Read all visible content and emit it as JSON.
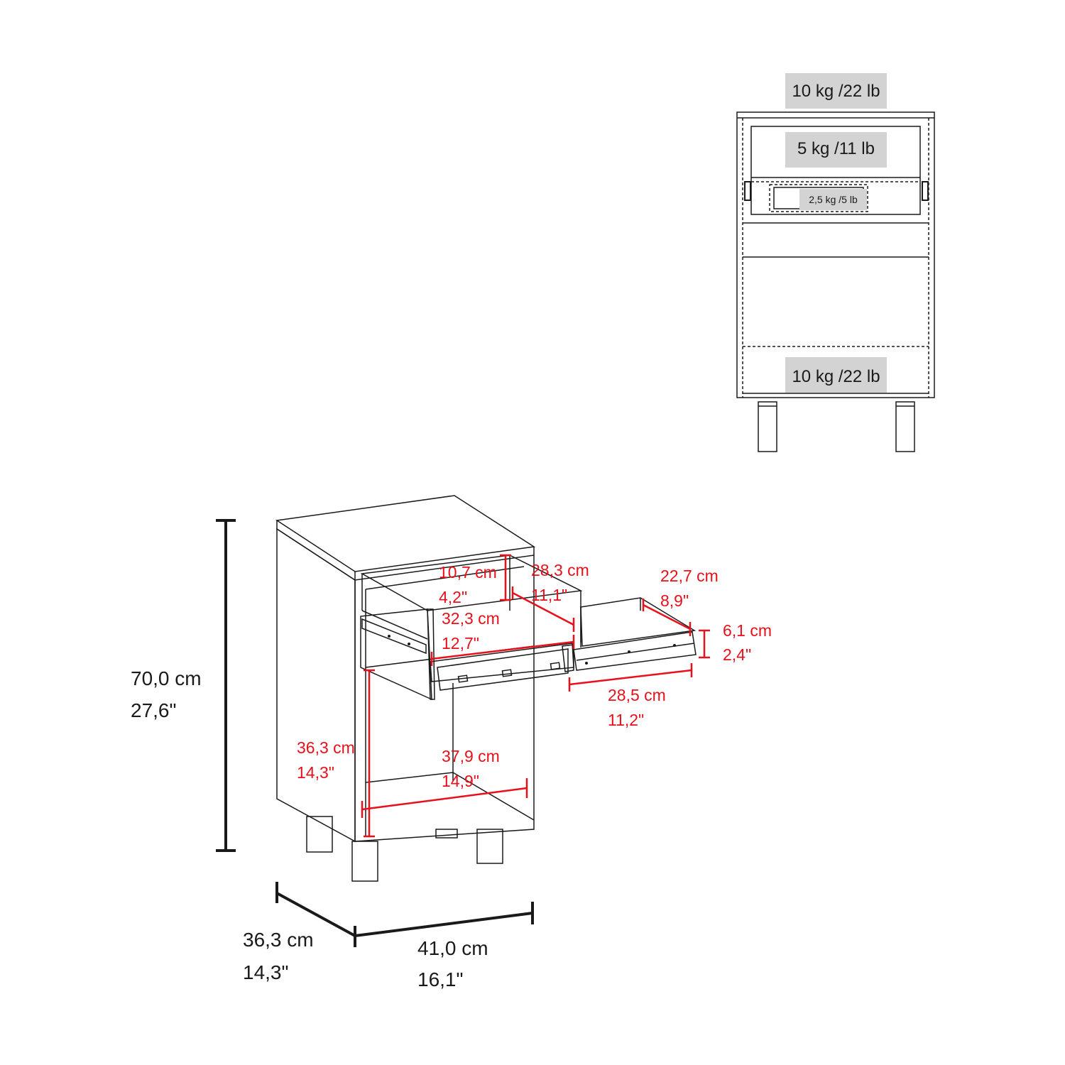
{
  "load_labels": {
    "top": "10 kg /22 lb",
    "upper_drawer": "5 kg /11 lb",
    "lower_drawer": "2,5 kg /5 lb",
    "bottom": "10 kg /22 lb"
  },
  "overall": {
    "height_cm": "70,0 cm",
    "height_in": "27,6\"",
    "depth_cm": "36,3 cm",
    "depth_in": "14,3\"",
    "width_cm": "41,0 cm",
    "width_in": "16,1\""
  },
  "upper_drawer": {
    "height_cm": "10,7 cm",
    "height_in": "4,2\"",
    "depth_cm": "28,3 cm",
    "depth_in": "11,1\"",
    "width_cm": "32,3 cm",
    "width_in": "12,7\""
  },
  "lower_drawer": {
    "depth_cm": "22,7 cm",
    "depth_in": "8,9\"",
    "height_cm": "6,1 cm",
    "height_in": "2,4\"",
    "width_cm": "28,5 cm",
    "width_in": "11,2\""
  },
  "open_shelf": {
    "height_cm": "36,3 cm",
    "height_in": "14,3\"",
    "width_cm": "37,9 cm",
    "width_in": "14,9\""
  },
  "colors": {
    "line": "#1a1a1a",
    "dimension": "#e8101a",
    "label_bg": "#d3d3d3"
  }
}
